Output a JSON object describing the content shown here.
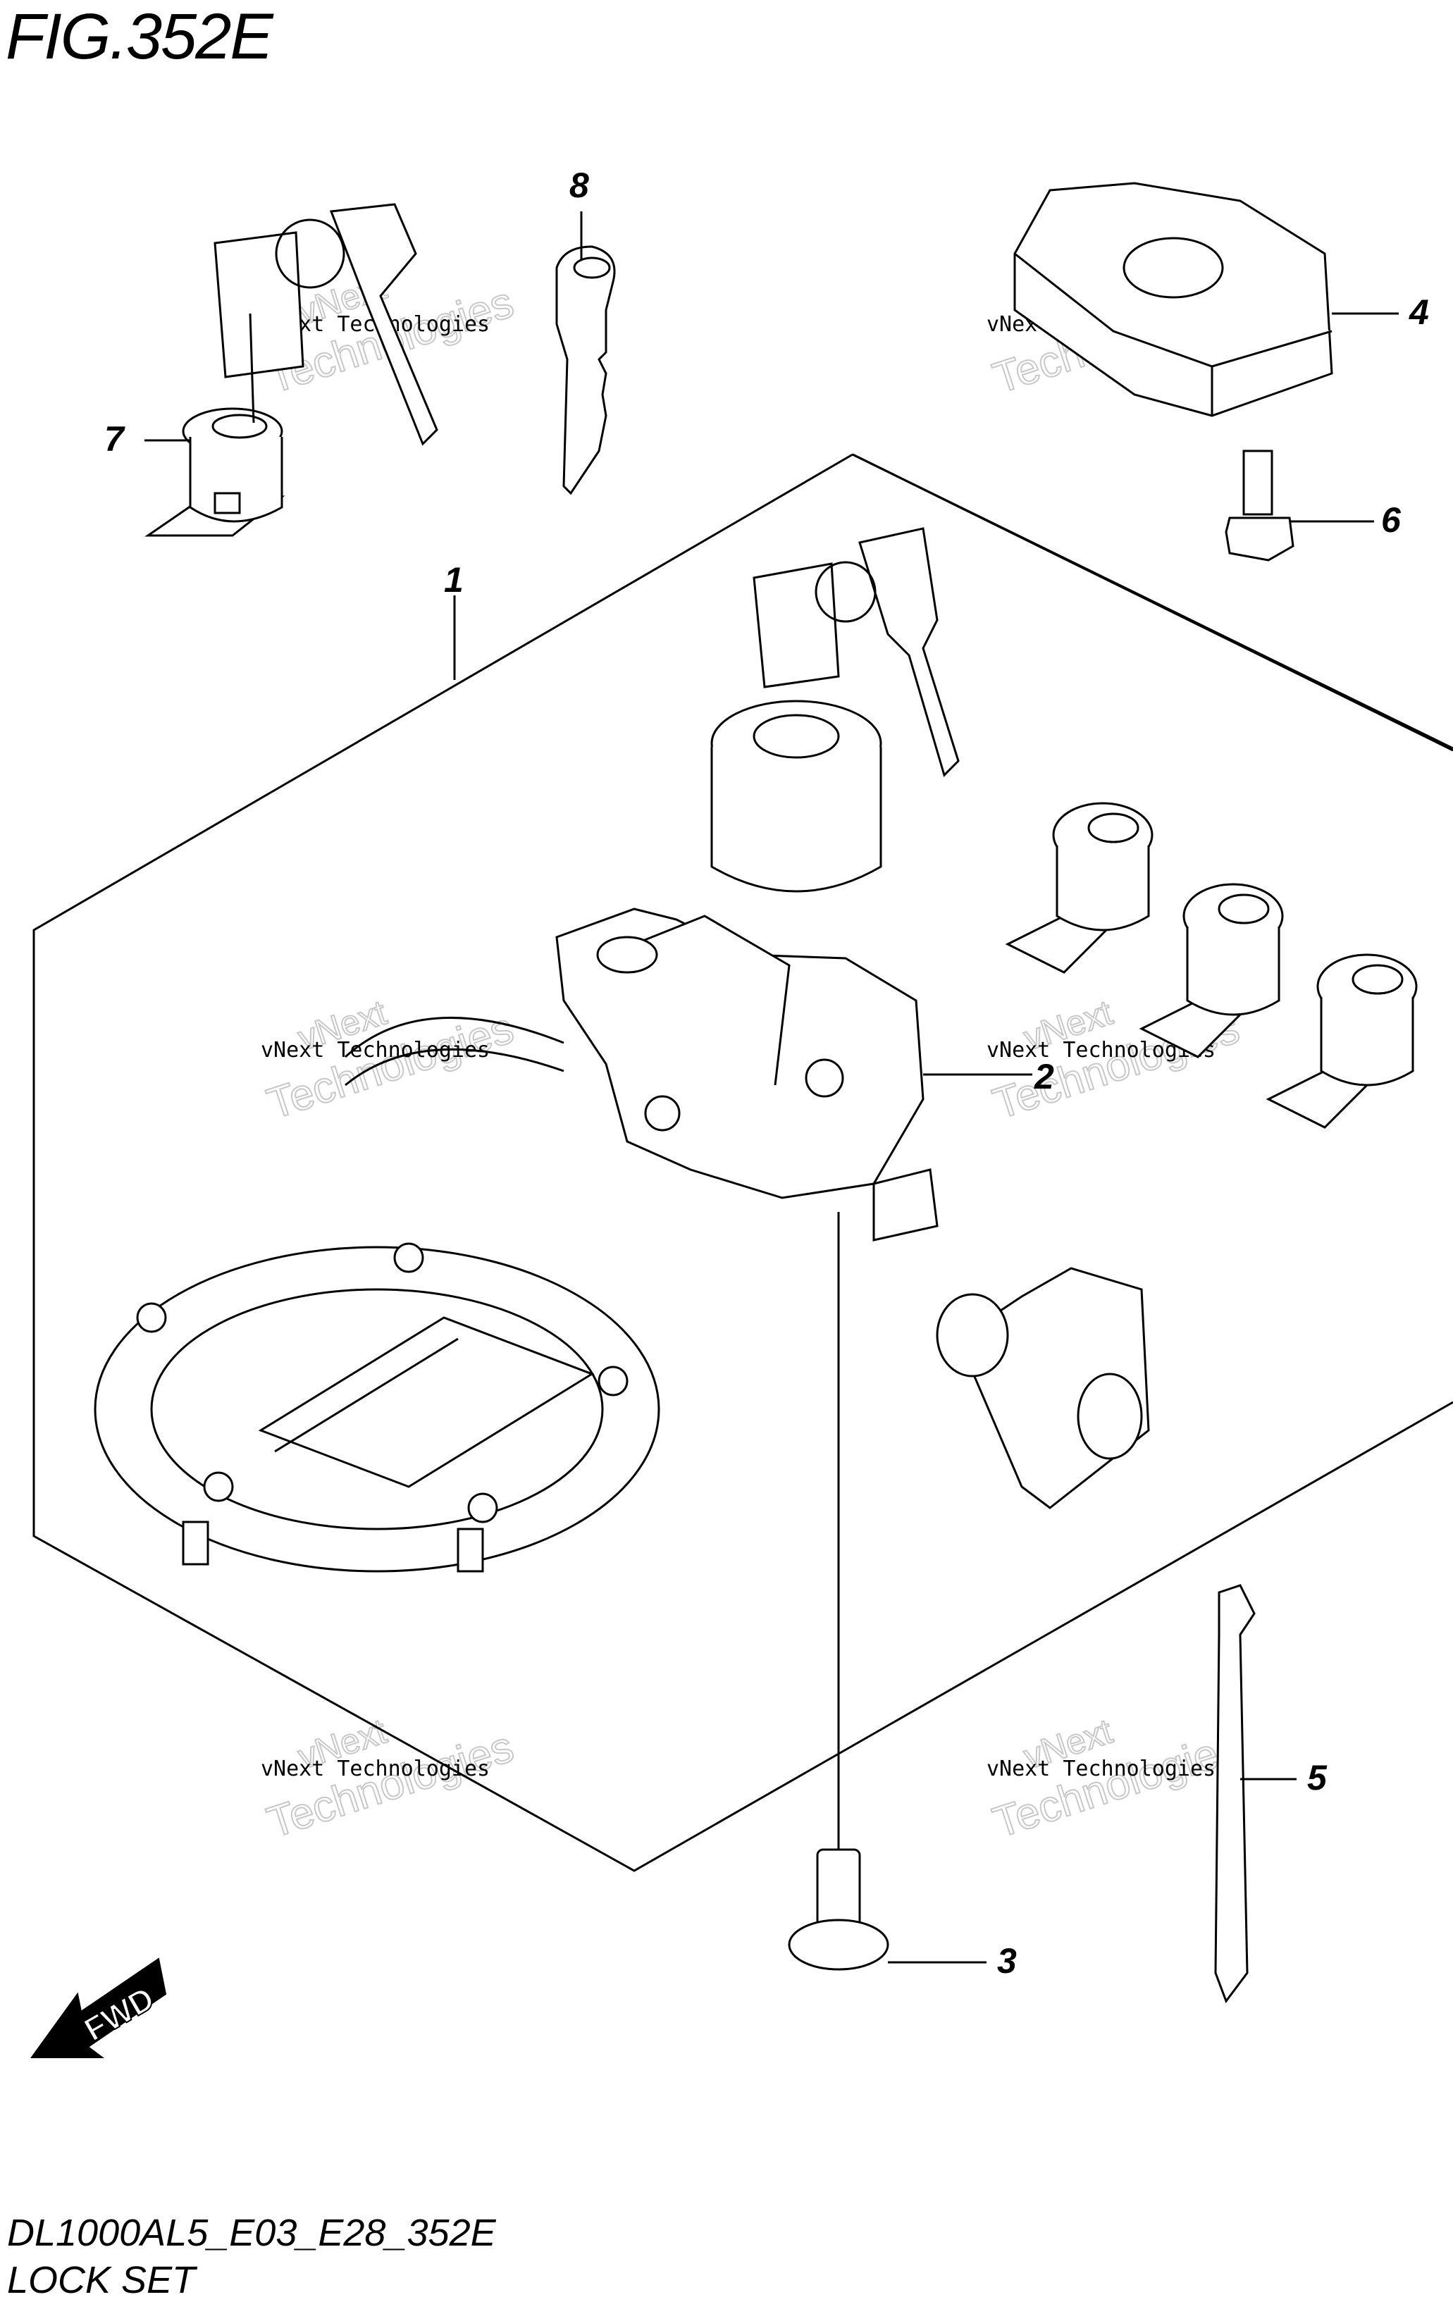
{
  "figure": {
    "title": "FIG.352E",
    "model_code": "DL1000AL5_E03_E28_352E",
    "assembly_name": "LOCK SET",
    "direction_marker": "FWD"
  },
  "callouts": [
    {
      "number": "1"
    },
    {
      "number": "2"
    },
    {
      "number": "3"
    },
    {
      "number": "4"
    },
    {
      "number": "5"
    },
    {
      "number": "6"
    },
    {
      "number": "7"
    },
    {
      "number": "8"
    }
  ],
  "watermark": {
    "line": "vNext Technologies",
    "brand": "vNext",
    "word": "Technologies"
  }
}
